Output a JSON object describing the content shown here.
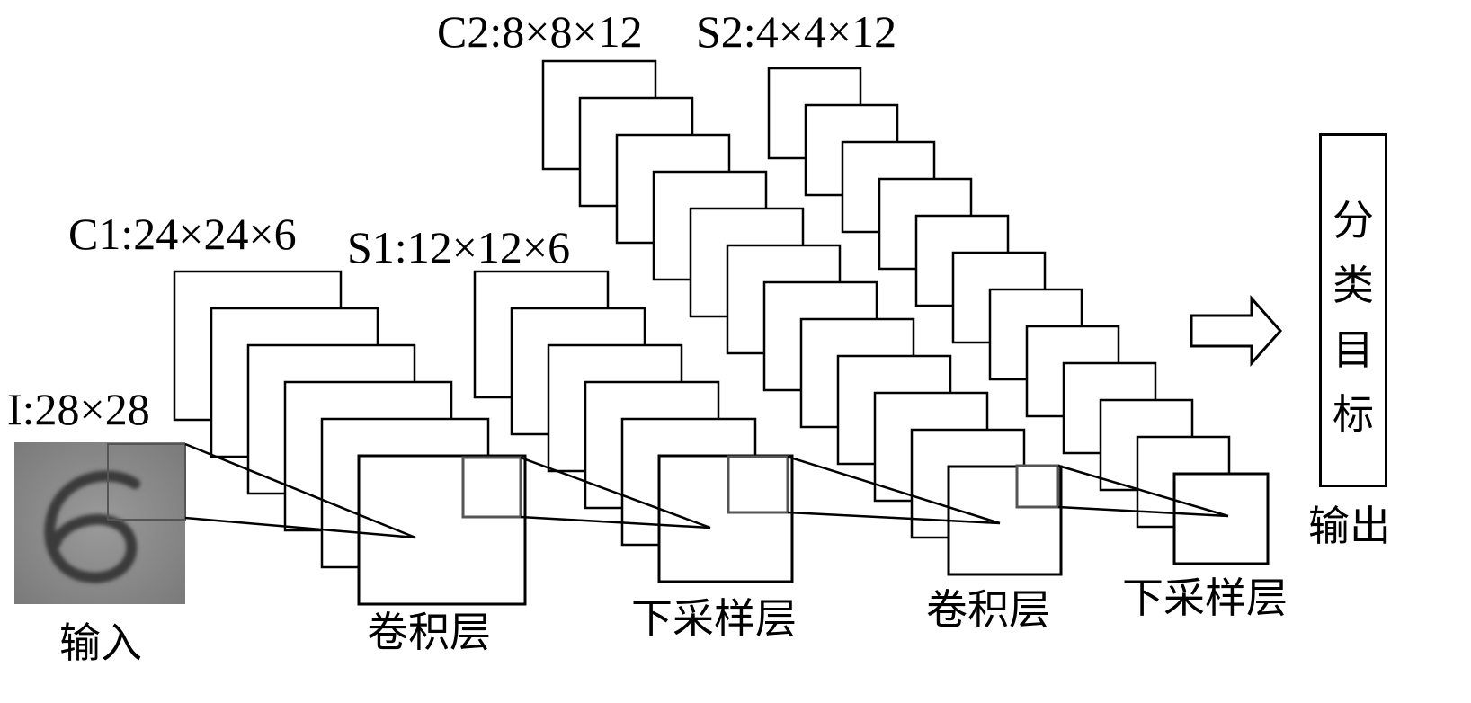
{
  "labels": {
    "input_dim": "I:28×28",
    "c1_dim": "C1:24×24×6",
    "s1_dim": "S1:12×12×6",
    "c2_dim": "C2:8×8×12",
    "s2_dim": "S2:4×4×12"
  },
  "layer_names": {
    "input": "输入",
    "conv1": "卷积层",
    "pool1": "下采样层",
    "conv2": "卷积层",
    "pool2": "下采样层",
    "output": "输出"
  },
  "output_box": {
    "chars": [
      "分",
      "类",
      "目",
      "标"
    ]
  },
  "input_image": {
    "digit": "6",
    "colors": {
      "bg": "#8c8c8c",
      "stroke": "#3a3a3a"
    }
  }
}
